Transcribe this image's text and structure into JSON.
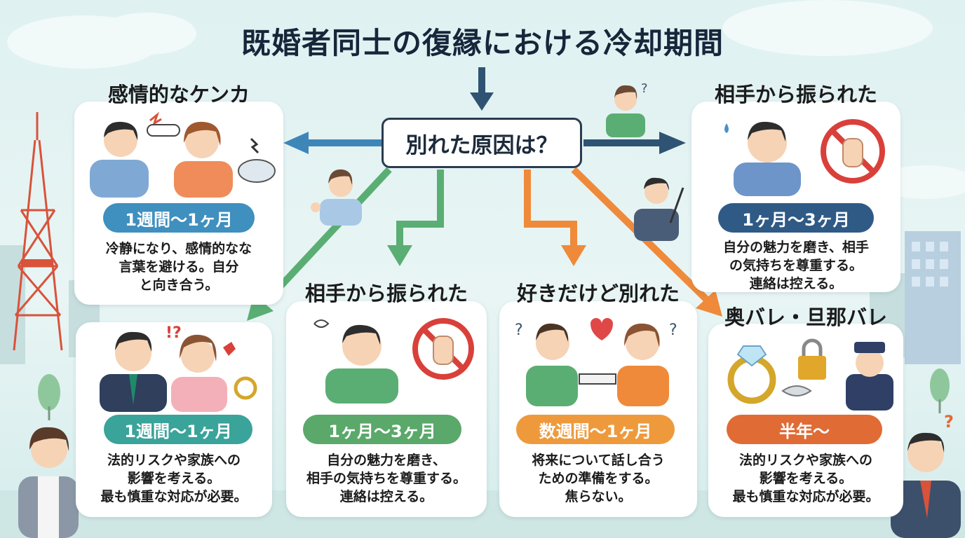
{
  "title": "既婚者同士の復縁における冷却期間",
  "center_question": "別れた原因は？",
  "cards": [
    {
      "id": "emotional-fight",
      "title": "感情的なケンカ",
      "period": "1週間〜1ヶ月",
      "desc": [
        "冷静になり、感情的なな",
        "言葉を避ける。自分",
        "と向き合う。"
      ],
      "pill_color": "#3f8fbf"
    },
    {
      "id": "dumped-top",
      "title": "相手から振られた",
      "period": "1ヶ月〜3ヶ月",
      "desc": [
        "自分の魅力を磨き、相手",
        "の気持ちを尊重する。",
        "連絡は控える。"
      ],
      "pill_color": "#2f5a86"
    },
    {
      "id": "legal-risk-left",
      "title": "",
      "period": "1週間〜1ヶ月",
      "desc": [
        "法的リスクや家族への",
        "影響を考える。",
        "最も慎重な対応が必要。"
      ],
      "pill_color": "#3aa39a"
    },
    {
      "id": "dumped-middle",
      "title": "相手から振られた",
      "period": "1ヶ月〜3ヶ月",
      "desc": [
        "自分の魅力を磨き、",
        "相手の気持ちを尊重する。",
        "連絡は控える。"
      ],
      "pill_color": "#5aa86a"
    },
    {
      "id": "love-but-parted",
      "title": "好きだけど別れた",
      "period": "数週間〜1ヶ月",
      "desc": [
        "将来について話し合う",
        "ための準備をする。",
        "焦らない。"
      ],
      "pill_color": "#ee9a3c"
    },
    {
      "id": "affair-discovered",
      "title": "奥バレ・旦那バレ",
      "period": "半年〜",
      "desc": [
        "法的リスクや家族への",
        "影響を考える。",
        "最も慎重な対応が必要。"
      ],
      "pill_color": "#e06b35"
    }
  ],
  "decor": {
    "question_mark": "?",
    "exclaim": "!?"
  },
  "colors": {
    "blue": "#3f86b8",
    "navy": "#2f5473",
    "green": "#5aae73",
    "orange": "#ef8a3a",
    "dark": "#2b3b50"
  }
}
